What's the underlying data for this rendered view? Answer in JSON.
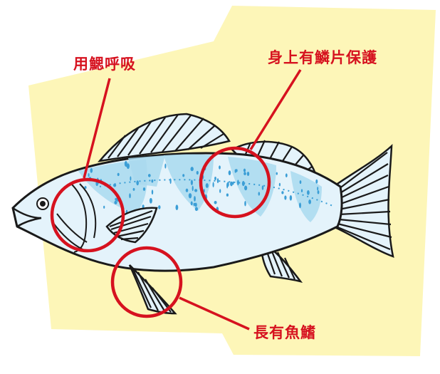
{
  "colors": {
    "background": "#fdf6b8",
    "body_light": "#e4f3fb",
    "body_stripe": "#a9d9ef",
    "spots": "#3b9ed6",
    "outline": "#1a1a1a",
    "annotation": "#d6121f"
  },
  "annotations": [
    {
      "id": "gills",
      "text": "用鰓呼吸"
    },
    {
      "id": "scales",
      "text": "身上有鱗片保護"
    },
    {
      "id": "fins",
      "text": "長有魚鰭"
    }
  ]
}
